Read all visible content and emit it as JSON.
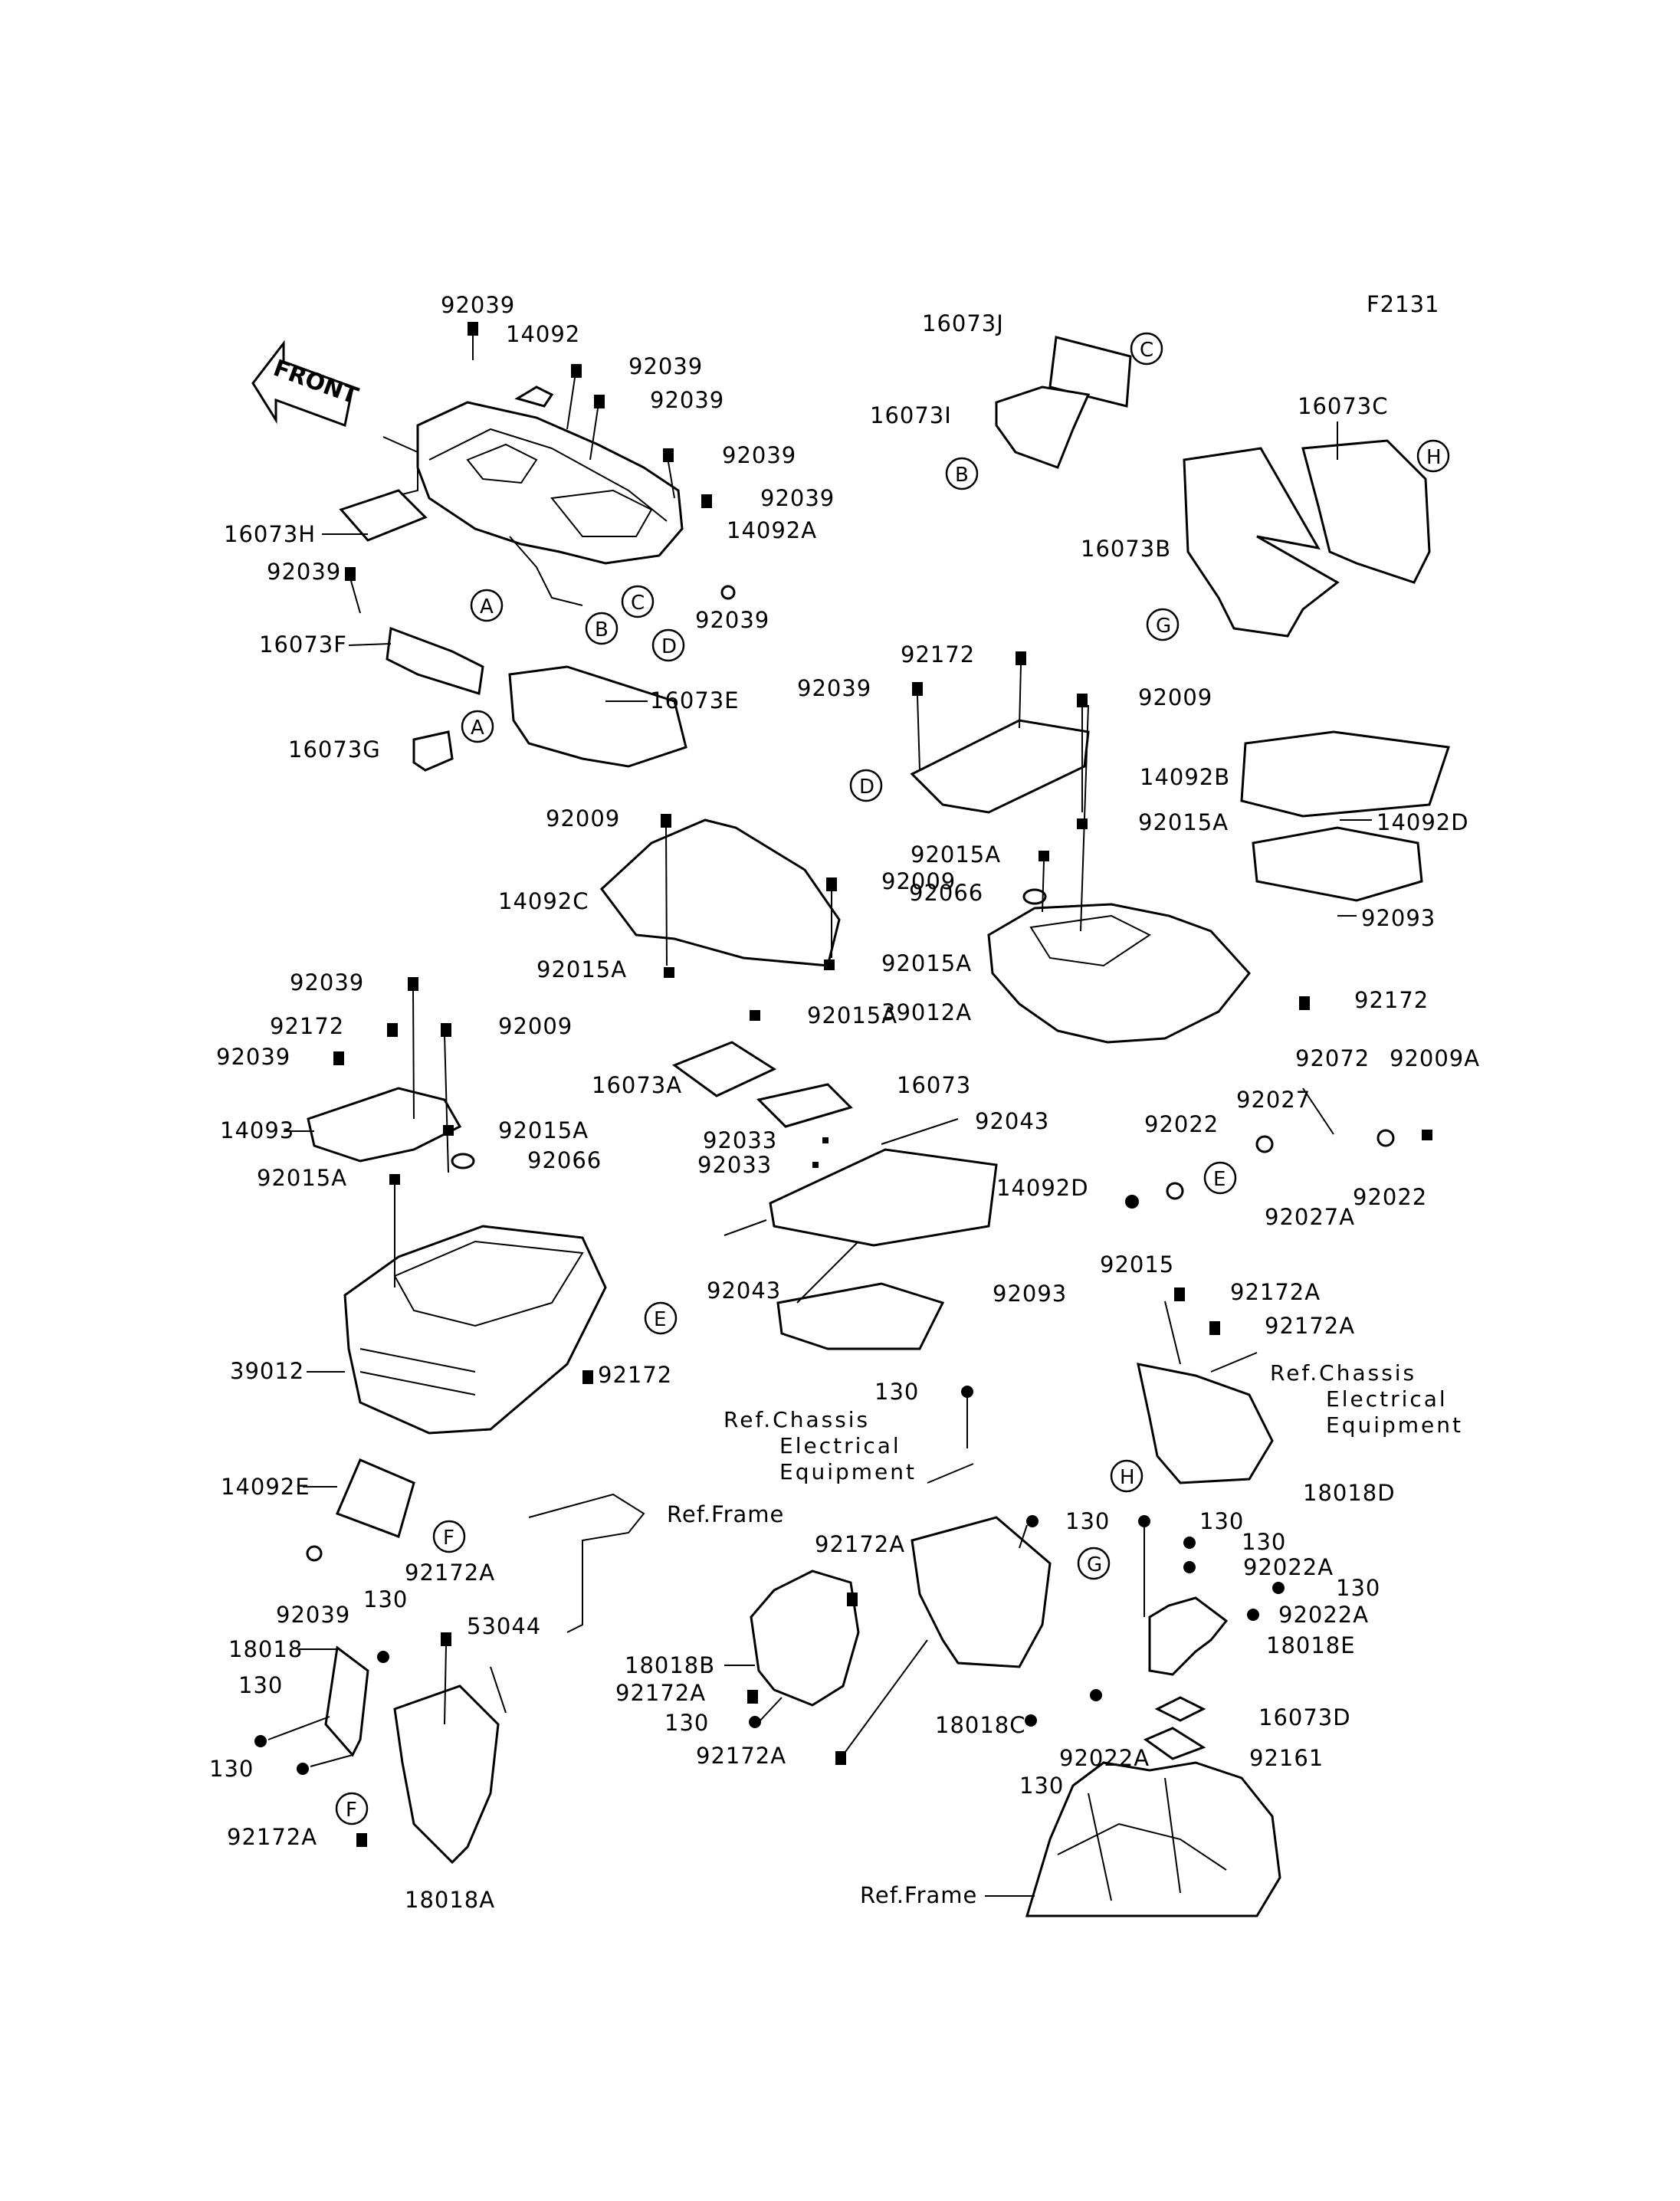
{
  "figure_code": "F2131",
  "front_label": "FRONT",
  "labels": {
    "l92039_top": "92039",
    "l14092": "14092",
    "l92039_a": "92039",
    "l92039_b": "92039",
    "l92039_c": "92039",
    "l92039_d": "92039",
    "l14092A": "14092A",
    "l16073H": "16073H",
    "l92039_e": "92039",
    "l92039_f": "92039",
    "l16073F": "16073F",
    "l16073E": "16073E",
    "l16073G": "16073G",
    "l16073J": "16073J",
    "l16073I": "16073I",
    "l16073C": "16073C",
    "l16073B": "16073B",
    "l92172_a": "92172",
    "l92039_g": "92039",
    "l92009_a": "92009",
    "l14092B": "14092B",
    "l92015A_a": "92015A",
    "l92015A_b": "92015A",
    "l14092D_a": "14092D",
    "l92066_a": "92066",
    "l92093_a": "92093",
    "l92172_b": "92172",
    "l39012A": "39012A",
    "l92009_b": "92009",
    "l14092C": "14092C",
    "l92009_c": "92009",
    "l92015A_c": "92015A",
    "l92015A_d": "92015A",
    "l92015A_e": "92015A",
    "l16073A": "16073A",
    "l16073": "16073",
    "l92039_h": "92039",
    "l92172_c": "92172",
    "l92009_d": "92009",
    "l92039_i": "92039",
    "l14093": "14093",
    "l92015A_f": "92015A",
    "l92066_b": "92066",
    "l92015A_g": "92015A",
    "l92043_a": "92043",
    "l92033_a": "92033",
    "l92033_b": "92033",
    "l14092D_b": "14092D",
    "l92043_b": "92043",
    "l92093_b": "92093",
    "l39012": "39012",
    "l92172_d": "92172",
    "l92072": "92072",
    "l92009A": "92009A",
    "l92027": "92027",
    "l92022_a": "92022",
    "l92027A": "92027A",
    "l92022_b": "92022",
    "l92015": "92015",
    "l92172A_a": "92172A",
    "l92172A_b": "92172A",
    "ref_chassis_1": [
      "Ref.Chassis",
      "Electrical",
      "Equipment"
    ],
    "ref_chassis_2": [
      "Ref.Chassis",
      "Electrical",
      "Equipment"
    ],
    "l130_a": "130",
    "l18018D": "18018D",
    "l14092E": "14092E",
    "l92039_j": "92039",
    "ref_frame_1": "Ref.Frame",
    "l92172A_c": "92172A",
    "l130_b": "130",
    "l130_c": "130",
    "l130_d": "130",
    "l92022A_a": "92022A",
    "l130_e": "130",
    "l92022A_b": "92022A",
    "l18018E": "18018E",
    "l92172A_d": "92172A",
    "l130_f": "130",
    "l53044": "53044",
    "l18018": "18018",
    "l130_g": "130",
    "l130_h": "130",
    "l18018B": "18018B",
    "l92172A_e": "92172A",
    "l130_i": "130",
    "l92172A_f": "92172A",
    "l18018C": "18018C",
    "l16073D": "16073D",
    "l92022A_c": "92022A",
    "l92161": "92161",
    "l130_j": "130",
    "l92172A_g": "92172A",
    "l18018A": "18018A",
    "ref_frame_2": "Ref.Frame"
  },
  "callouts": {
    "cA1": "A",
    "cA2": "A",
    "cB1": "B",
    "cB2": "B",
    "cC1": "C",
    "cC2": "C",
    "cD1": "D",
    "cD2": "D",
    "cE1": "E",
    "cE2": "E",
    "cF1": "F",
    "cF2": "F",
    "cG1": "G",
    "cG2": "G",
    "cH1": "H",
    "cH2": "H"
  }
}
